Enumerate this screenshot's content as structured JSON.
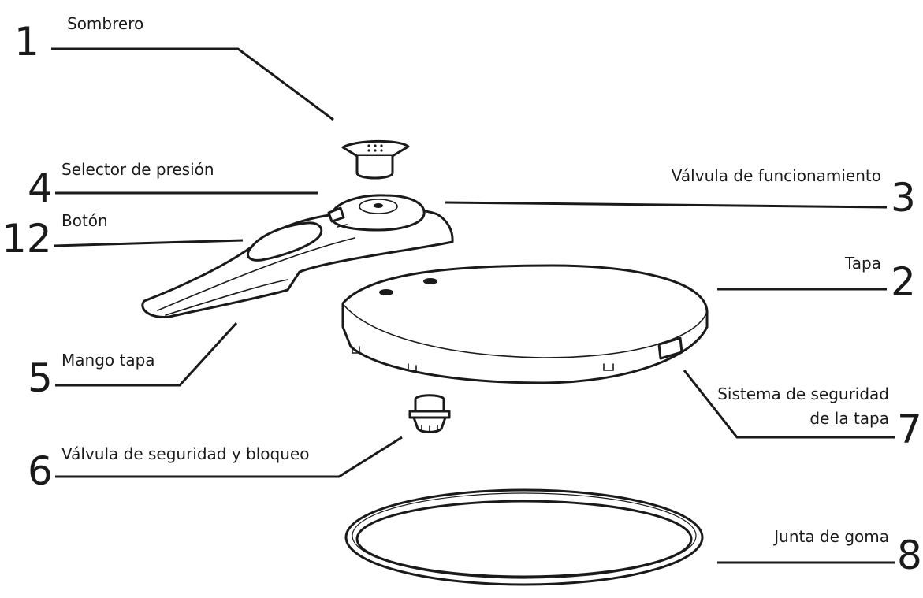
{
  "parts": [
    {
      "number": "1",
      "label": "Sombrero"
    },
    {
      "number": "4",
      "label": "Selector de presión"
    },
    {
      "number": "12",
      "label": "Botón"
    },
    {
      "number": "5",
      "label": "Mango tapa"
    },
    {
      "number": "6",
      "label": "Válvula de seguridad y bloqueo"
    },
    {
      "number": "3",
      "label": "Válvula de funcionamiento"
    },
    {
      "number": "2",
      "label": "Tapa"
    },
    {
      "number": "7",
      "label_line1": "Sistema de seguridad",
      "label_line2": "de la tapa"
    },
    {
      "number": "8",
      "label": "Junta de goma"
    }
  ]
}
